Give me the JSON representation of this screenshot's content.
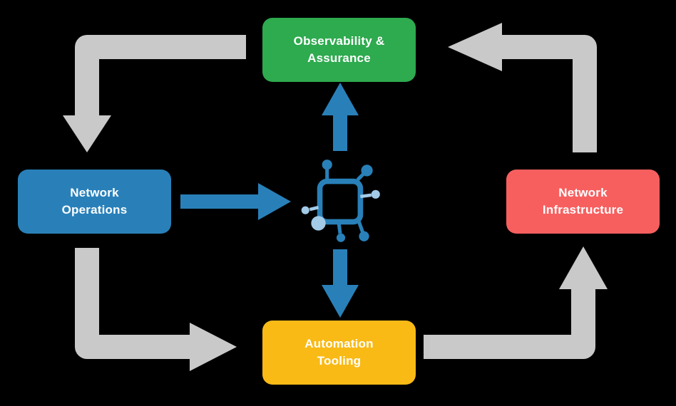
{
  "colors": {
    "background": "#000000",
    "arrow_gray": "#c9c9c9",
    "arrow_blue": "#2980b9",
    "icon_blue": "#2980b9",
    "icon_light_blue": "#a3cbe8"
  },
  "nodes": {
    "observability": {
      "label": "Observability &\nAssurance",
      "color": "#2eaa4f"
    },
    "operations": {
      "label": "Network\nOperations",
      "color": "#2980b9"
    },
    "infrastructure": {
      "label": "Network\nInfrastructure",
      "color": "#f75f5f"
    },
    "automation": {
      "label": "Automation\nTooling",
      "color": "#f9ba16"
    }
  },
  "icons": {
    "center": "network-hub-icon"
  }
}
